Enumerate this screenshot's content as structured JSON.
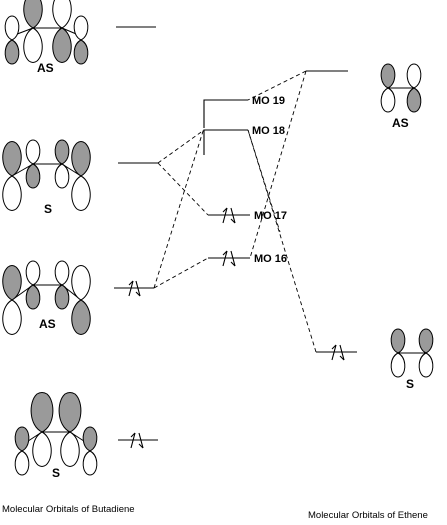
{
  "mo_labels": {
    "mo19": "MO 19",
    "mo18": "MO 18",
    "mo17": "MO 17",
    "mo16": "MO 16"
  },
  "butadiene_symmetry": {
    "orbital_4": "AS",
    "orbital_3": "S",
    "orbital_2": "AS",
    "orbital_1": "S"
  },
  "ethene_symmetry": {
    "lumo": "AS",
    "homo": "S"
  },
  "captions": {
    "butadiene": "Molecular Orbitals of Butadiene",
    "ethene": "Molecular Orbitals of Ethene"
  },
  "colors": {
    "shaded_lobe": "#9a9a9a",
    "line": "#000000"
  }
}
